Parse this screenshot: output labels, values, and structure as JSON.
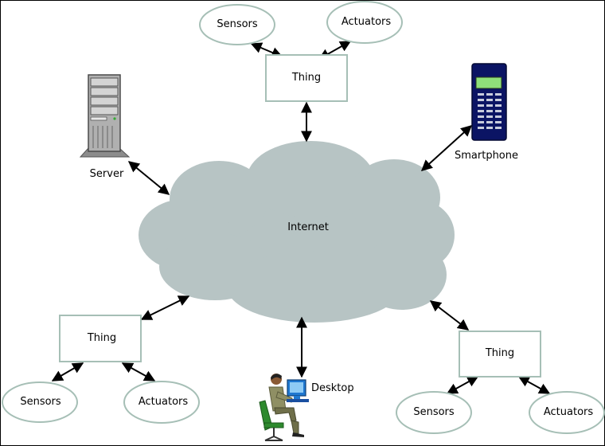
{
  "diagram": {
    "cloud_label": "Internet",
    "colors": {
      "cloud_fill": "#b7c4c4",
      "node_border": "#a6bfb6",
      "arrow": "#000000",
      "phone_body": "#0b1464",
      "phone_screen": "#8fe07a"
    },
    "server": {
      "label": "Server",
      "icon": "server-tower-icon"
    },
    "smartphone": {
      "label": "Smartphone",
      "icon": "mobile-phone-icon"
    },
    "desktop": {
      "label": "Desktop",
      "icon": "person-at-desktop-icon"
    },
    "things": [
      {
        "label": "Thing",
        "sensors": "Sensors",
        "actuators": "Actuators"
      },
      {
        "label": "Thing",
        "sensors": "Sensors",
        "actuators": "Actuators"
      },
      {
        "label": "Thing",
        "sensors": "Sensors",
        "actuators": "Actuators"
      }
    ]
  }
}
